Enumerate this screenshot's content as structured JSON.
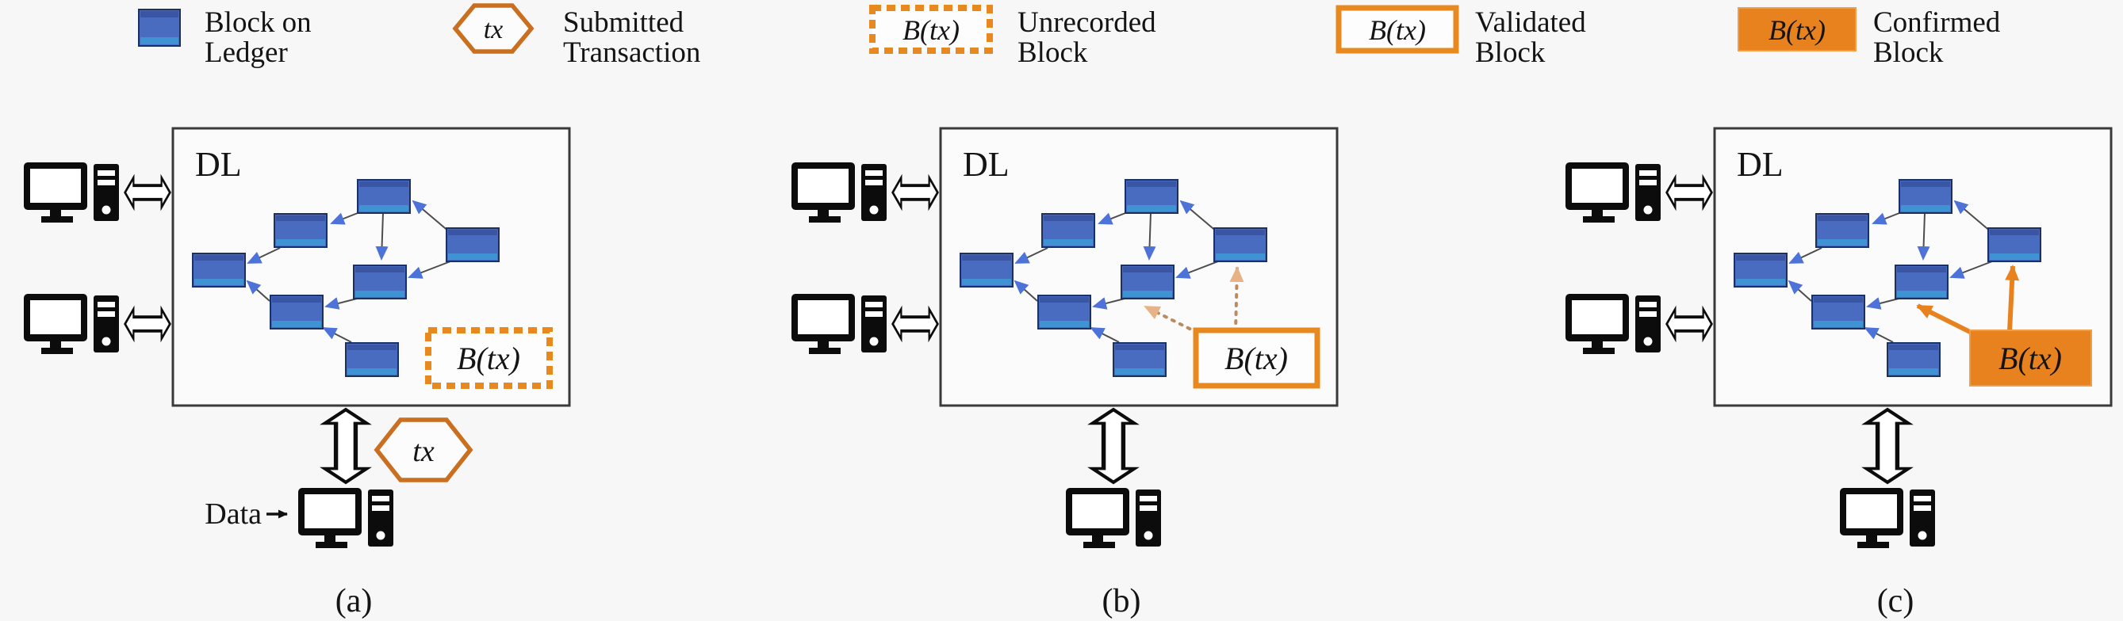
{
  "figure": {
    "background": "#f7f7f7",
    "accent_orange": "#e8821f",
    "block_blue": "#4a6cc0",
    "arrowhead_blue": "#4d72d8"
  },
  "legend": {
    "items": [
      {
        "symbol": "ledger-block",
        "label_line1": "Block on",
        "label_line2": "Ledger"
      },
      {
        "symbol": "tx-hexagon",
        "symbol_text": "tx",
        "label_line1": "Submitted",
        "label_line2": "Transaction"
      },
      {
        "symbol": "unrecorded-block",
        "symbol_text": "B(tx)",
        "label_line1": "Unrecorded",
        "label_line2": "Block"
      },
      {
        "symbol": "validated-block",
        "symbol_text": "B(tx)",
        "label_line1": "Validated",
        "label_line2": "Block"
      },
      {
        "symbol": "confirmed-block",
        "symbol_text": "B(tx)",
        "label_line1": "Confirmed",
        "label_line2": "Block"
      }
    ]
  },
  "panels": [
    {
      "id": "a",
      "dl_label": "DL",
      "badge_text": "B(tx)",
      "badge_style": "unrecorded",
      "caption": "(a)",
      "tx_label": "tx",
      "data_label": "Data"
    },
    {
      "id": "b",
      "dl_label": "DL",
      "badge_text": "B(tx)",
      "badge_style": "validated",
      "caption": "(b)"
    },
    {
      "id": "c",
      "dl_label": "DL",
      "badge_text": "B(tx)",
      "badge_style": "confirmed",
      "caption": "(c)"
    }
  ]
}
